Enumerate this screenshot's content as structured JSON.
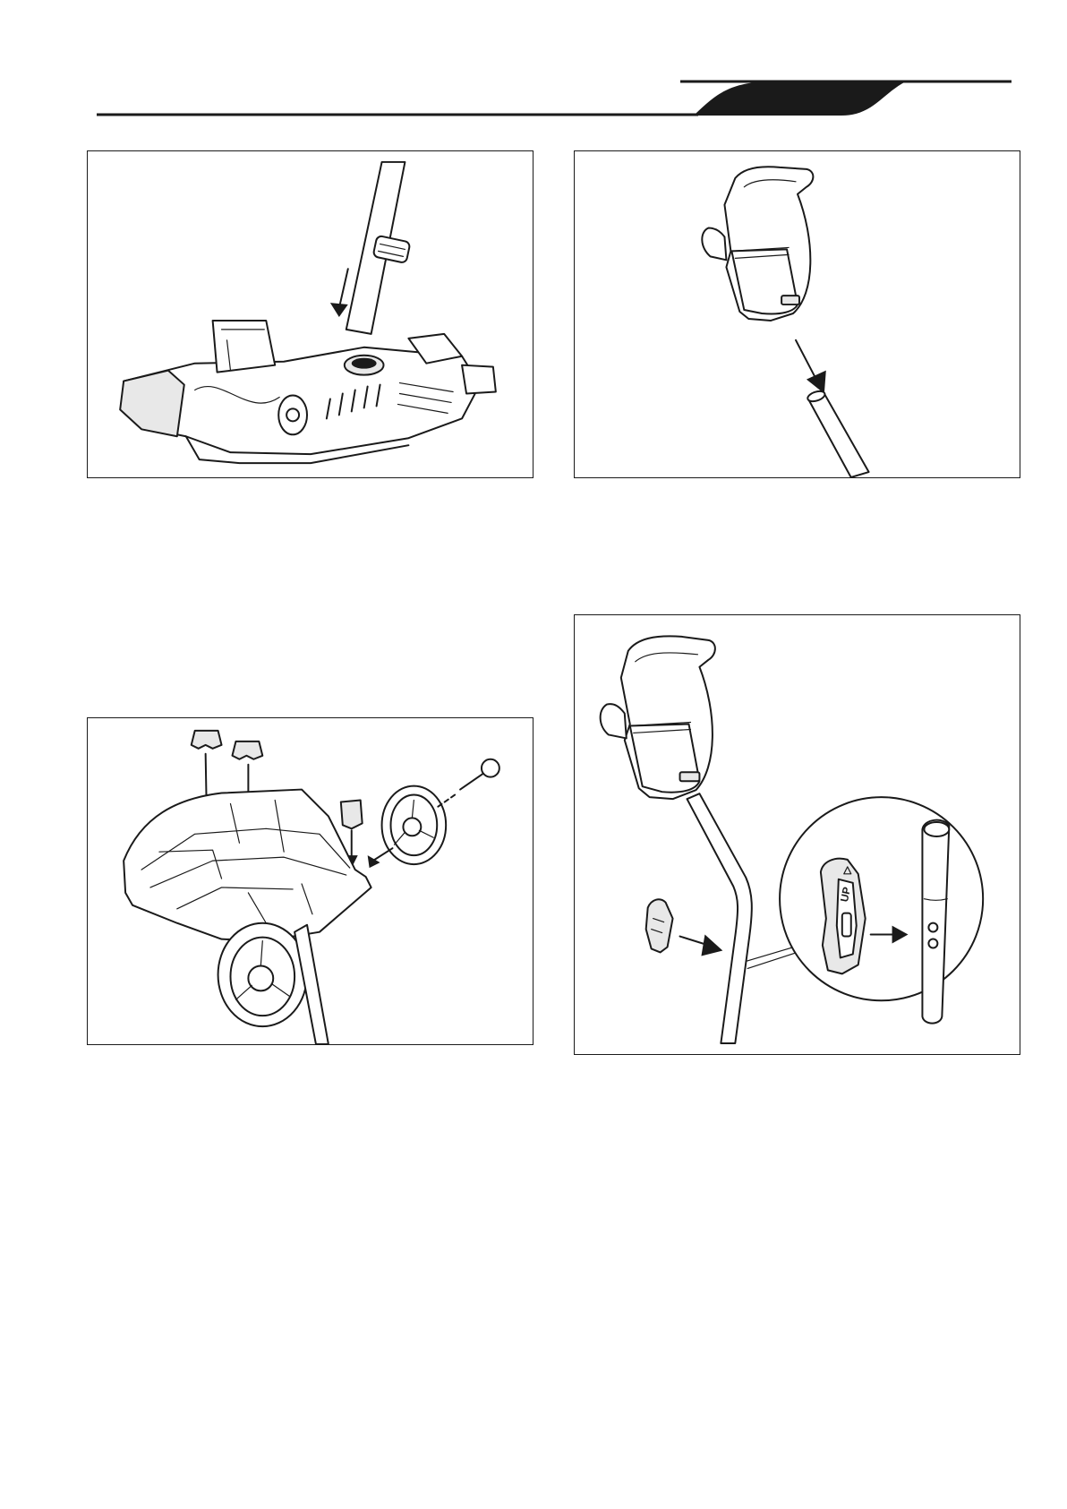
{
  "page": {
    "tab_colors": {
      "tab": "#1a1a1a",
      "rule": "#1a1a1a"
    }
  },
  "figures": [
    {
      "id": "fig-tl",
      "icon": "pole-into-cleaner-head-illustration"
    },
    {
      "id": "fig-tr",
      "icon": "handle-onto-pole-illustration"
    },
    {
      "id": "fig-bl",
      "icon": "clips-and-wheels-installation-illustration"
    },
    {
      "id": "fig-br",
      "icon": "handle-clip-assembly-illustration",
      "detail_label": "UP"
    }
  ]
}
